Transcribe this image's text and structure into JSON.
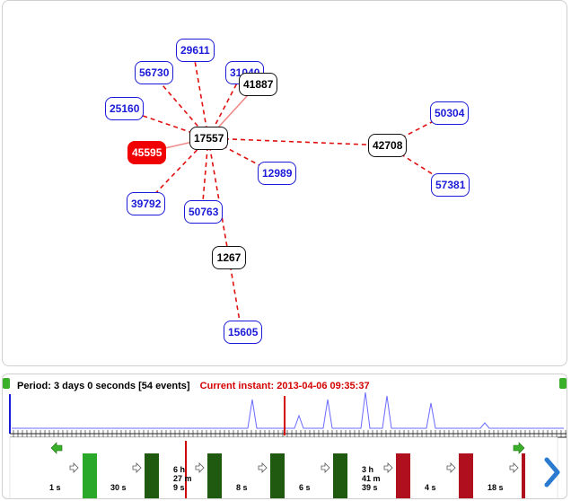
{
  "graph": {
    "nodes": [
      {
        "id": "29611",
        "label": "29611",
        "style": "blue"
      },
      {
        "id": "56730",
        "label": "56730",
        "style": "blue"
      },
      {
        "id": "31040",
        "label": "31040",
        "style": "blue"
      },
      {
        "id": "41887",
        "label": "41887",
        "style": "black"
      },
      {
        "id": "25160",
        "label": "25160",
        "style": "blue"
      },
      {
        "id": "17557",
        "label": "17557",
        "style": "black"
      },
      {
        "id": "45595",
        "label": "45595",
        "style": "red"
      },
      {
        "id": "42708",
        "label": "42708",
        "style": "black"
      },
      {
        "id": "50304",
        "label": "50304",
        "style": "blue"
      },
      {
        "id": "57381",
        "label": "57381",
        "style": "blue"
      },
      {
        "id": "12989",
        "label": "12989",
        "style": "blue"
      },
      {
        "id": "39792",
        "label": "39792",
        "style": "blue"
      },
      {
        "id": "50763",
        "label": "50763",
        "style": "blue"
      },
      {
        "id": "1267",
        "label": "1267",
        "style": "black"
      },
      {
        "id": "15605",
        "label": "15605",
        "style": "blue"
      }
    ],
    "edges": [
      {
        "from": "17557",
        "to": "29611",
        "style": "dashed"
      },
      {
        "from": "17557",
        "to": "56730",
        "style": "dashed"
      },
      {
        "from": "17557",
        "to": "31040",
        "style": "dashed"
      },
      {
        "from": "17557",
        "to": "41887",
        "style": "solid"
      },
      {
        "from": "17557",
        "to": "25160",
        "style": "dashed"
      },
      {
        "from": "17557",
        "to": "45595",
        "style": "solid"
      },
      {
        "from": "17557",
        "to": "42708",
        "style": "dashed"
      },
      {
        "from": "17557",
        "to": "12989",
        "style": "dashed"
      },
      {
        "from": "17557",
        "to": "39792",
        "style": "dashed"
      },
      {
        "from": "17557",
        "to": "50763",
        "style": "dashed"
      },
      {
        "from": "17557",
        "to": "1267",
        "style": "dashed"
      },
      {
        "from": "1267",
        "to": "15605",
        "style": "dashed"
      },
      {
        "from": "42708",
        "to": "50304",
        "style": "dashed"
      },
      {
        "from": "42708",
        "to": "57381",
        "style": "dashed"
      }
    ]
  },
  "timeline": {
    "period_label": "Period: 3 days 0 seconds [54 events]",
    "current_label": "Current instant: 2013-04-06 09:35:37",
    "segments": [
      {
        "label": "1 s",
        "color": "#2aa82a"
      },
      {
        "label": "30 s",
        "color": "#1f5a10"
      },
      {
        "label": "6 h\n27 m\n9 s",
        "color": "#1f5a10"
      },
      {
        "label": "8 s",
        "color": "#1f5a10"
      },
      {
        "label": "6 s",
        "color": "#1f5a10"
      },
      {
        "label": "3 h\n41 m\n39 s",
        "color": "#b0101e"
      },
      {
        "label": "4 s",
        "color": "#b0101e"
      },
      {
        "label": "18 s",
        "color": "#b0101e"
      }
    ],
    "colors": {
      "histogram": "#6a6aff",
      "current": "#d40000",
      "start": "#1a1ad8",
      "nav": "#2a7ad0",
      "arrow": "#3ab02a"
    }
  }
}
